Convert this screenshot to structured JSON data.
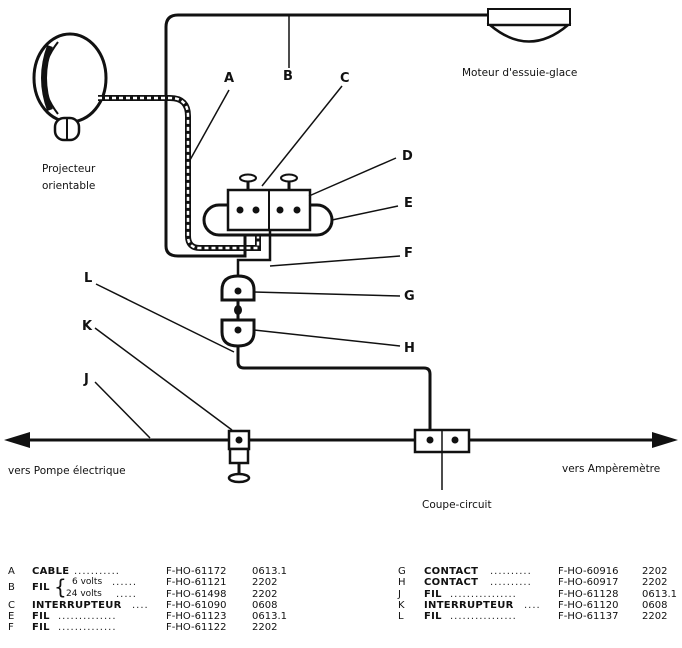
{
  "labels": {
    "A": "A",
    "B": "B",
    "C": "C",
    "D": "D",
    "E": "E",
    "F": "F",
    "G": "G",
    "H": "H",
    "J": "J",
    "K": "K",
    "L": "L"
  },
  "captions": {
    "projecteur_line1": "Projecteur",
    "projecteur_line2": "orientable",
    "moteur": "Moteur d'essuie-glace",
    "pompe": "vers Pompe électrique",
    "amperemetre": "vers Ampèremètre",
    "coupe_circuit": "Coupe-circuit"
  },
  "legend_left": [
    {
      "code": "A",
      "name": "CABLE",
      "dots": "...........",
      "ref": "F-HO-61172",
      "num": "0613.1"
    },
    {
      "code": "B",
      "name": "FIL",
      "brace": "{",
      "sub1": "6 volts",
      "sub1_dots": "......",
      "ref1": "F-HO-61121",
      "num1": "2202",
      "sub2": "24 volts",
      "sub2_dots": ".....",
      "ref2": "F-HO-61498",
      "num2": "2202"
    },
    {
      "code": "C",
      "name": "INTERRUPTEUR",
      "dots": "....",
      "ref": "F-HO-61090",
      "num": "0608"
    },
    {
      "code": "E",
      "name": "FIL",
      "dots": "..............",
      "ref": "F-HO-61123",
      "num": "0613.1"
    },
    {
      "code": "F",
      "name": "FIL",
      "dots": "..............",
      "ref": "F-HO-61122",
      "num": "2202"
    }
  ],
  "legend_right": [
    {
      "code": "G",
      "name": "CONTACT",
      "dots": "..........",
      "ref": "F-HO-60916",
      "num": "2202"
    },
    {
      "code": "H",
      "name": "CONTACT",
      "dots": "..........",
      "ref": "F-HO-60917",
      "num": "2202"
    },
    {
      "code": "J",
      "name": "FIL",
      "dots": "................",
      "ref": "F-HO-61128",
      "num": "0613.1"
    },
    {
      "code": "K",
      "name": "INTERRUPTEUR",
      "dots": "....",
      "ref": "F-HO-61120",
      "num": "0608"
    },
    {
      "code": "L",
      "name": "FIL",
      "dots": "................",
      "ref": "F-HO-61137",
      "num": "2202"
    }
  ]
}
